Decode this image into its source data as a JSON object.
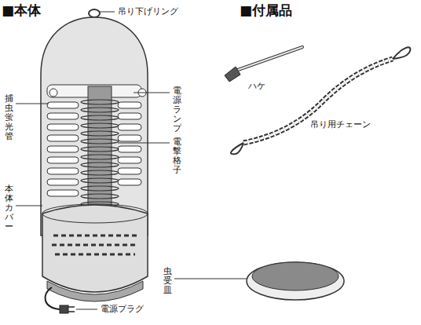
{
  "diagram": {
    "labels": [
      "■本体",
      "■付属品",
      "吊り下げリング",
      "捕虫蛍光管",
      "電源ランプ",
      "電撃格子",
      "本体カバー",
      "ハケ",
      "吊り用チェーン",
      "虫受皿",
      "電源プラグ"
    ]
  }
}
